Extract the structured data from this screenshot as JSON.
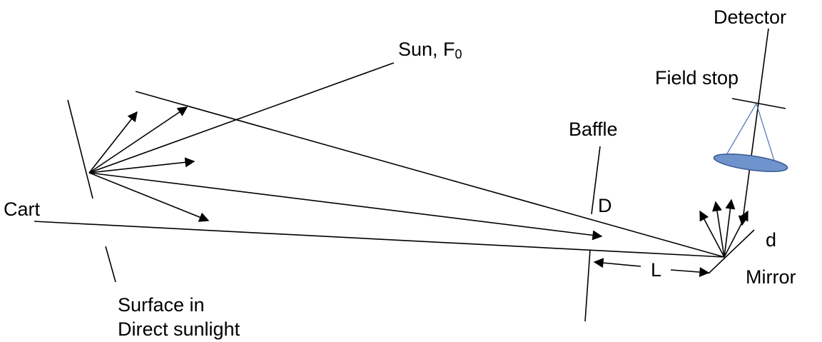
{
  "labels": {
    "sun": "Sun, F",
    "sun_sub": "0",
    "detector": "Detector",
    "field_stop": "Field stop",
    "baffle": "Baffle",
    "cart": "Cart",
    "D": "D",
    "d": "d",
    "L": "L",
    "mirror": "Mirror",
    "surface_line1": "Surface in",
    "surface_line2": "Direct sunlight"
  },
  "colors": {
    "lens_fill": "#6f93cc",
    "lens_stroke": "#3a5a90",
    "cone": "#5a7fb8",
    "line": "#000000"
  }
}
